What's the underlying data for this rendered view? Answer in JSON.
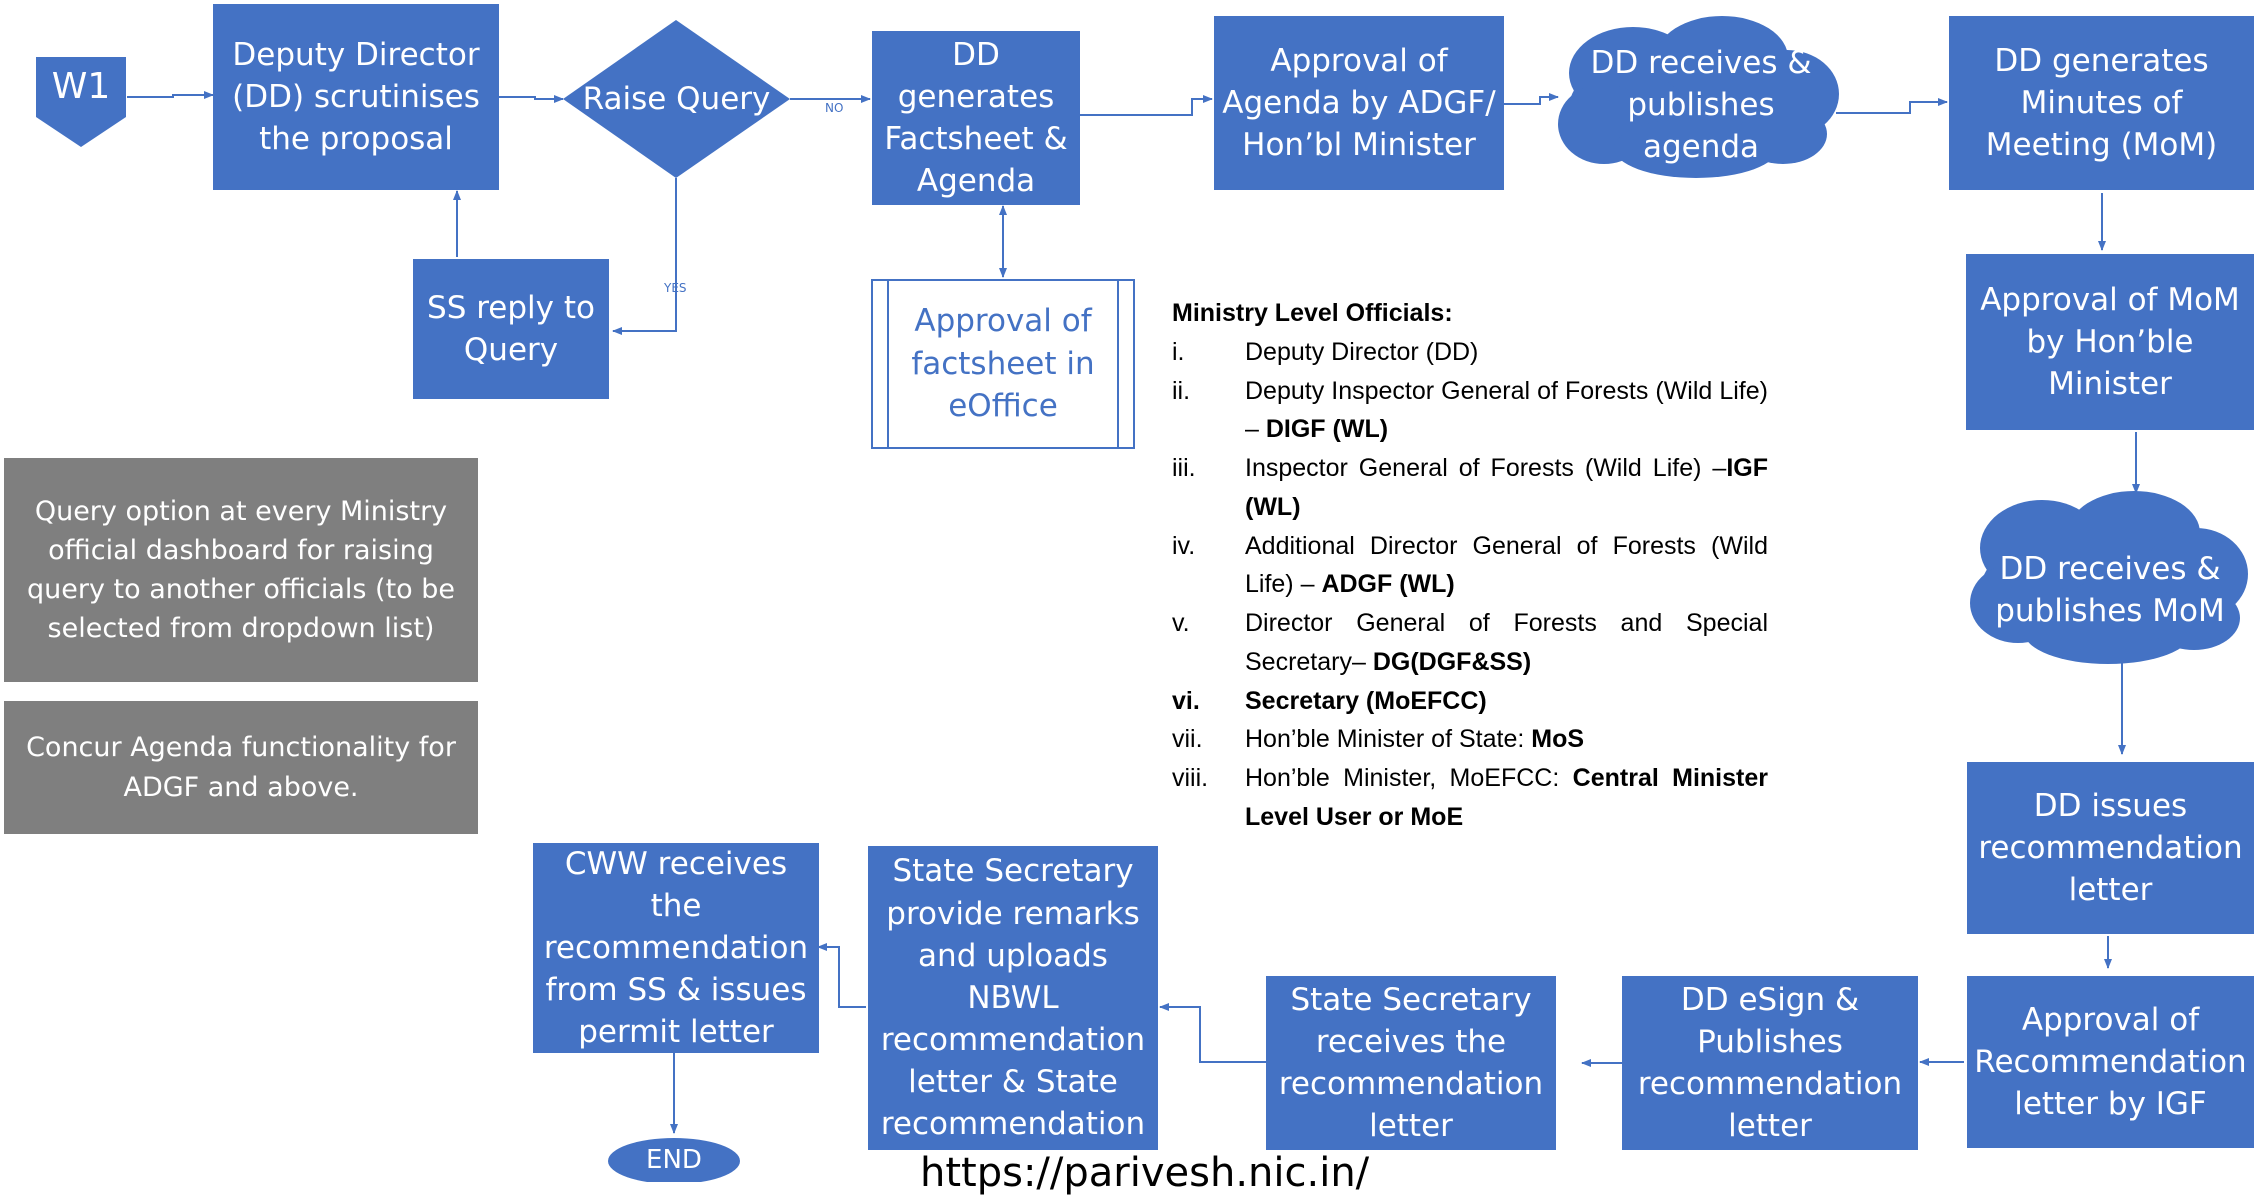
{
  "colors": {
    "box": "#4472C4",
    "grey": "#7f7f7f",
    "arrow": "#4472C4"
  },
  "nodes": {
    "w1": "W1",
    "dd_scrutinises": "Deputy Director (DD) scrutinises the proposal",
    "raise_query": "Raise Query",
    "ss_reply": "SS reply to Query",
    "dd_generates_factsheet": "DD generates Factsheet & Agenda",
    "approval_factsheet": "Approval of factsheet in eOffice",
    "approval_agenda": "Approval of Agenda by ADGF/ Hon’bl Minister",
    "dd_publishes_agenda": "DD receives & publishes agenda",
    "dd_generates_mom": "DD generates Minutes of Meeting (MoM)",
    "approval_mom": "Approval of MoM by Hon’ble Minister",
    "dd_publishes_mom": "DD receives & publishes MoM",
    "dd_issues_letter": "DD issues recommendation letter",
    "approval_recommendation": "Approval of Recommendation letter by IGF",
    "dd_esign": "DD eSign & Publishes recommendation letter",
    "ss_receives": "State Secretary receives the recommendation letter",
    "ss_remarks": "State Secretary provide remarks and uploads NBWL recommendation letter & State recommendation",
    "cww_receives": "CWW receives the recommendation from SS & issues permit letter",
    "end": "END"
  },
  "edge_labels": {
    "no": "NO",
    "yes": "YES"
  },
  "notes": {
    "query_option": "Query option at every Ministry official dashboard for raising query to another officials (to be selected from dropdown list)",
    "concur_agenda": "Concur Agenda functionality for ADGF and above."
  },
  "officials": {
    "heading": "Ministry Level Officials:",
    "items": [
      {
        "num": "i.",
        "text": "Deputy Director (DD)",
        "bold": ""
      },
      {
        "num": "ii.",
        "text": "Deputy Inspector General of Forests (Wild Life) – ",
        "bold": "DIGF (WL)"
      },
      {
        "num": "iii.",
        "text": "Inspector General of Forests (Wild Life) –",
        "bold": "IGF (WL)"
      },
      {
        "num": "iv.",
        "text": "Additional Director General of Forests (Wild Life) – ",
        "bold": "ADGF (WL)"
      },
      {
        "num": "v.",
        "text": "Director General of Forests and Special Secretary– ",
        "bold": "DG(DGF&SS)"
      },
      {
        "num": "vi.",
        "text": "",
        "bold": "Secretary (MoEFCC)"
      },
      {
        "num": "vii.",
        "text": "Hon’ble Minister of State: ",
        "bold": "MoS"
      },
      {
        "num": "viii.",
        "text": "Hon’ble Minister, MoEFCC: ",
        "bold": "Central Minister Level User or MoE"
      }
    ]
  },
  "footer_url": "https://parivesh.nic.in/"
}
